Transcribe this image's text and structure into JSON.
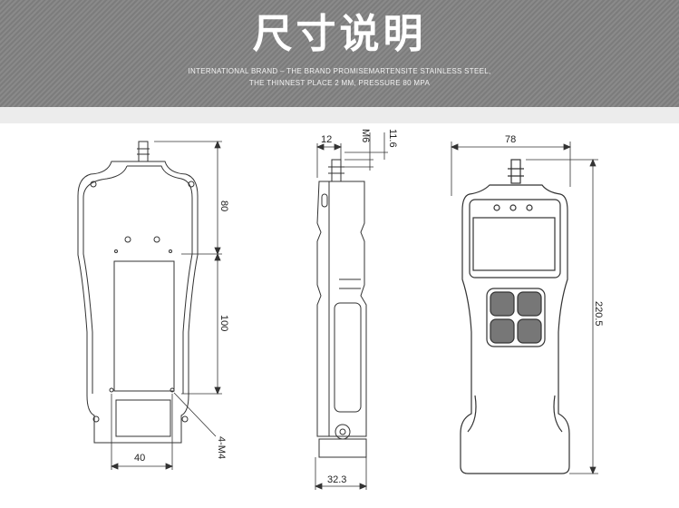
{
  "header": {
    "title": "尺寸说明",
    "subtitle_line1": "INTERNATIONAL BRAND – THE BRAND PROMISEMARTENSITE STAINLESS STEEL,",
    "subtitle_line2": "THE THINNEST PLACE 2 MM, PRESSURE 80 MPA"
  },
  "dimensions": {
    "front": {
      "height_upper": "80",
      "height_middle": "100",
      "width_bottom": "40",
      "screw_holes": "4-M4"
    },
    "side": {
      "shaft_width": "12",
      "thread": "M6",
      "thread_length": "11.6",
      "depth": "32.3"
    },
    "product": {
      "width": "78",
      "length": "220.5"
    }
  }
}
